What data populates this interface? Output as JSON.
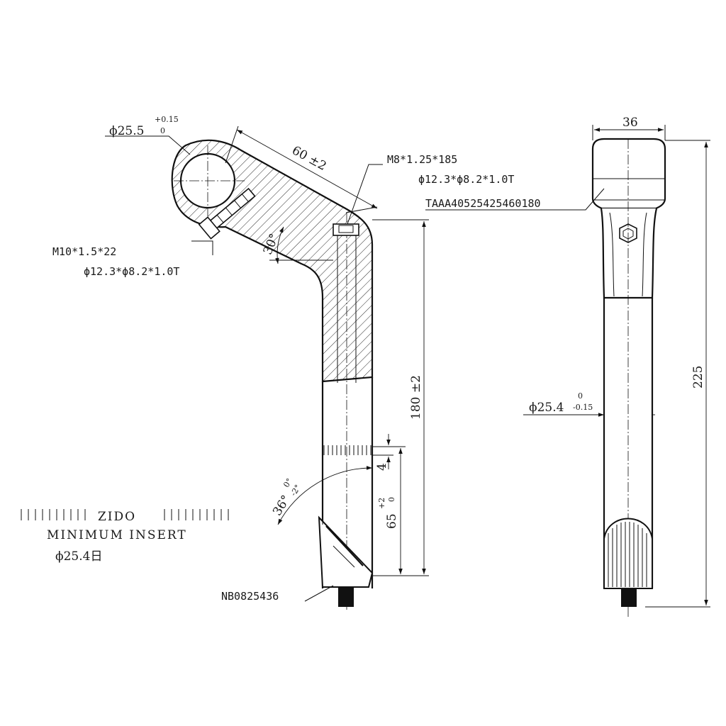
{
  "side_view": {
    "clamp_diameter": {
      "symbol": "ϕ",
      "value": "25.5",
      "tol_upper": "+0.15",
      "tol_lower": "0"
    },
    "reach": "60 ±2",
    "angle": "30°",
    "clamp_bolt": {
      "size": "M10*1.5*22",
      "spec": "ϕ12.3*ϕ8.2*1.0T"
    },
    "expander_bolt": {
      "size": "M8*1.25*185",
      "spec": "ϕ12.3*ϕ8.2*1.0T"
    },
    "height": "180 ±2",
    "insert_mark_gap": "4",
    "wedge_length": {
      "value": "65",
      "tol_upper": "+2",
      "tol_lower": "0"
    },
    "wedge_angle": {
      "value": "36°",
      "tol_upper": "0°",
      "tol_lower": "-2°"
    },
    "wedge_part_no": "NB0825436"
  },
  "front_view": {
    "width": "36",
    "total_height": "225",
    "quill_diameter": {
      "symbol": "ϕ",
      "value": "25.4",
      "tol_upper": "0",
      "tol_lower": "-0.15"
    },
    "part_no": "TAAA40525425460180"
  },
  "legend": {
    "brand": "ZIDO",
    "insert_label": "MINIMUM INSERT",
    "insert_diameter": "ϕ25.4日"
  }
}
